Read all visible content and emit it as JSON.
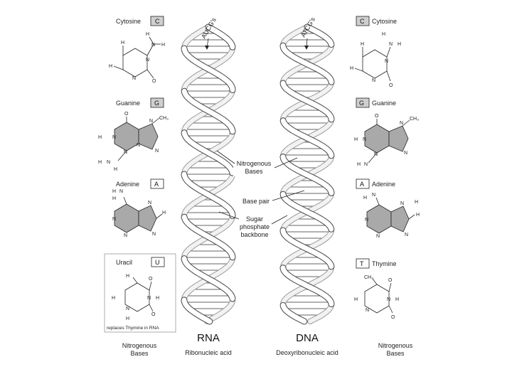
{
  "left_panel": {
    "cytosine": {
      "name": "Cytosine",
      "letter": "C"
    },
    "guanine": {
      "name": "Guanine",
      "letter": "G"
    },
    "adenine": {
      "name": "Adenine",
      "letter": "A"
    },
    "uracil": {
      "name": "Uracil",
      "letter": "U",
      "note": "replaces Thymine in RNA"
    },
    "footer": [
      "Nitrogenous",
      "Bases"
    ]
  },
  "right_panel": {
    "cytosine": {
      "name": "Cytosine",
      "letter": "C"
    },
    "guanine": {
      "name": "Guanine",
      "letter": "G"
    },
    "adenine": {
      "name": "Adenine",
      "letter": "A"
    },
    "thymine": {
      "name": "Thymine",
      "letter": "T"
    },
    "footer": [
      "Nitrogenous",
      "Bases"
    ]
  },
  "rna": {
    "title": "RNA",
    "subtitle": "Ribonucleic acid",
    "top_label": "AUCG's"
  },
  "dna": {
    "title": "DNA",
    "subtitle": "Deoxyribonucleic acid",
    "top_label": "ATCG's"
  },
  "callouts": {
    "nitrogenous_bases": [
      "Nitrogenous",
      "Bases"
    ],
    "base_pair": "Base pair",
    "sugar_backbone": [
      "Sugar",
      "phosphate",
      "backbone"
    ]
  },
  "atoms": {
    "H": "H",
    "N": "N",
    "O": "O",
    "CH3": "CH₃"
  }
}
